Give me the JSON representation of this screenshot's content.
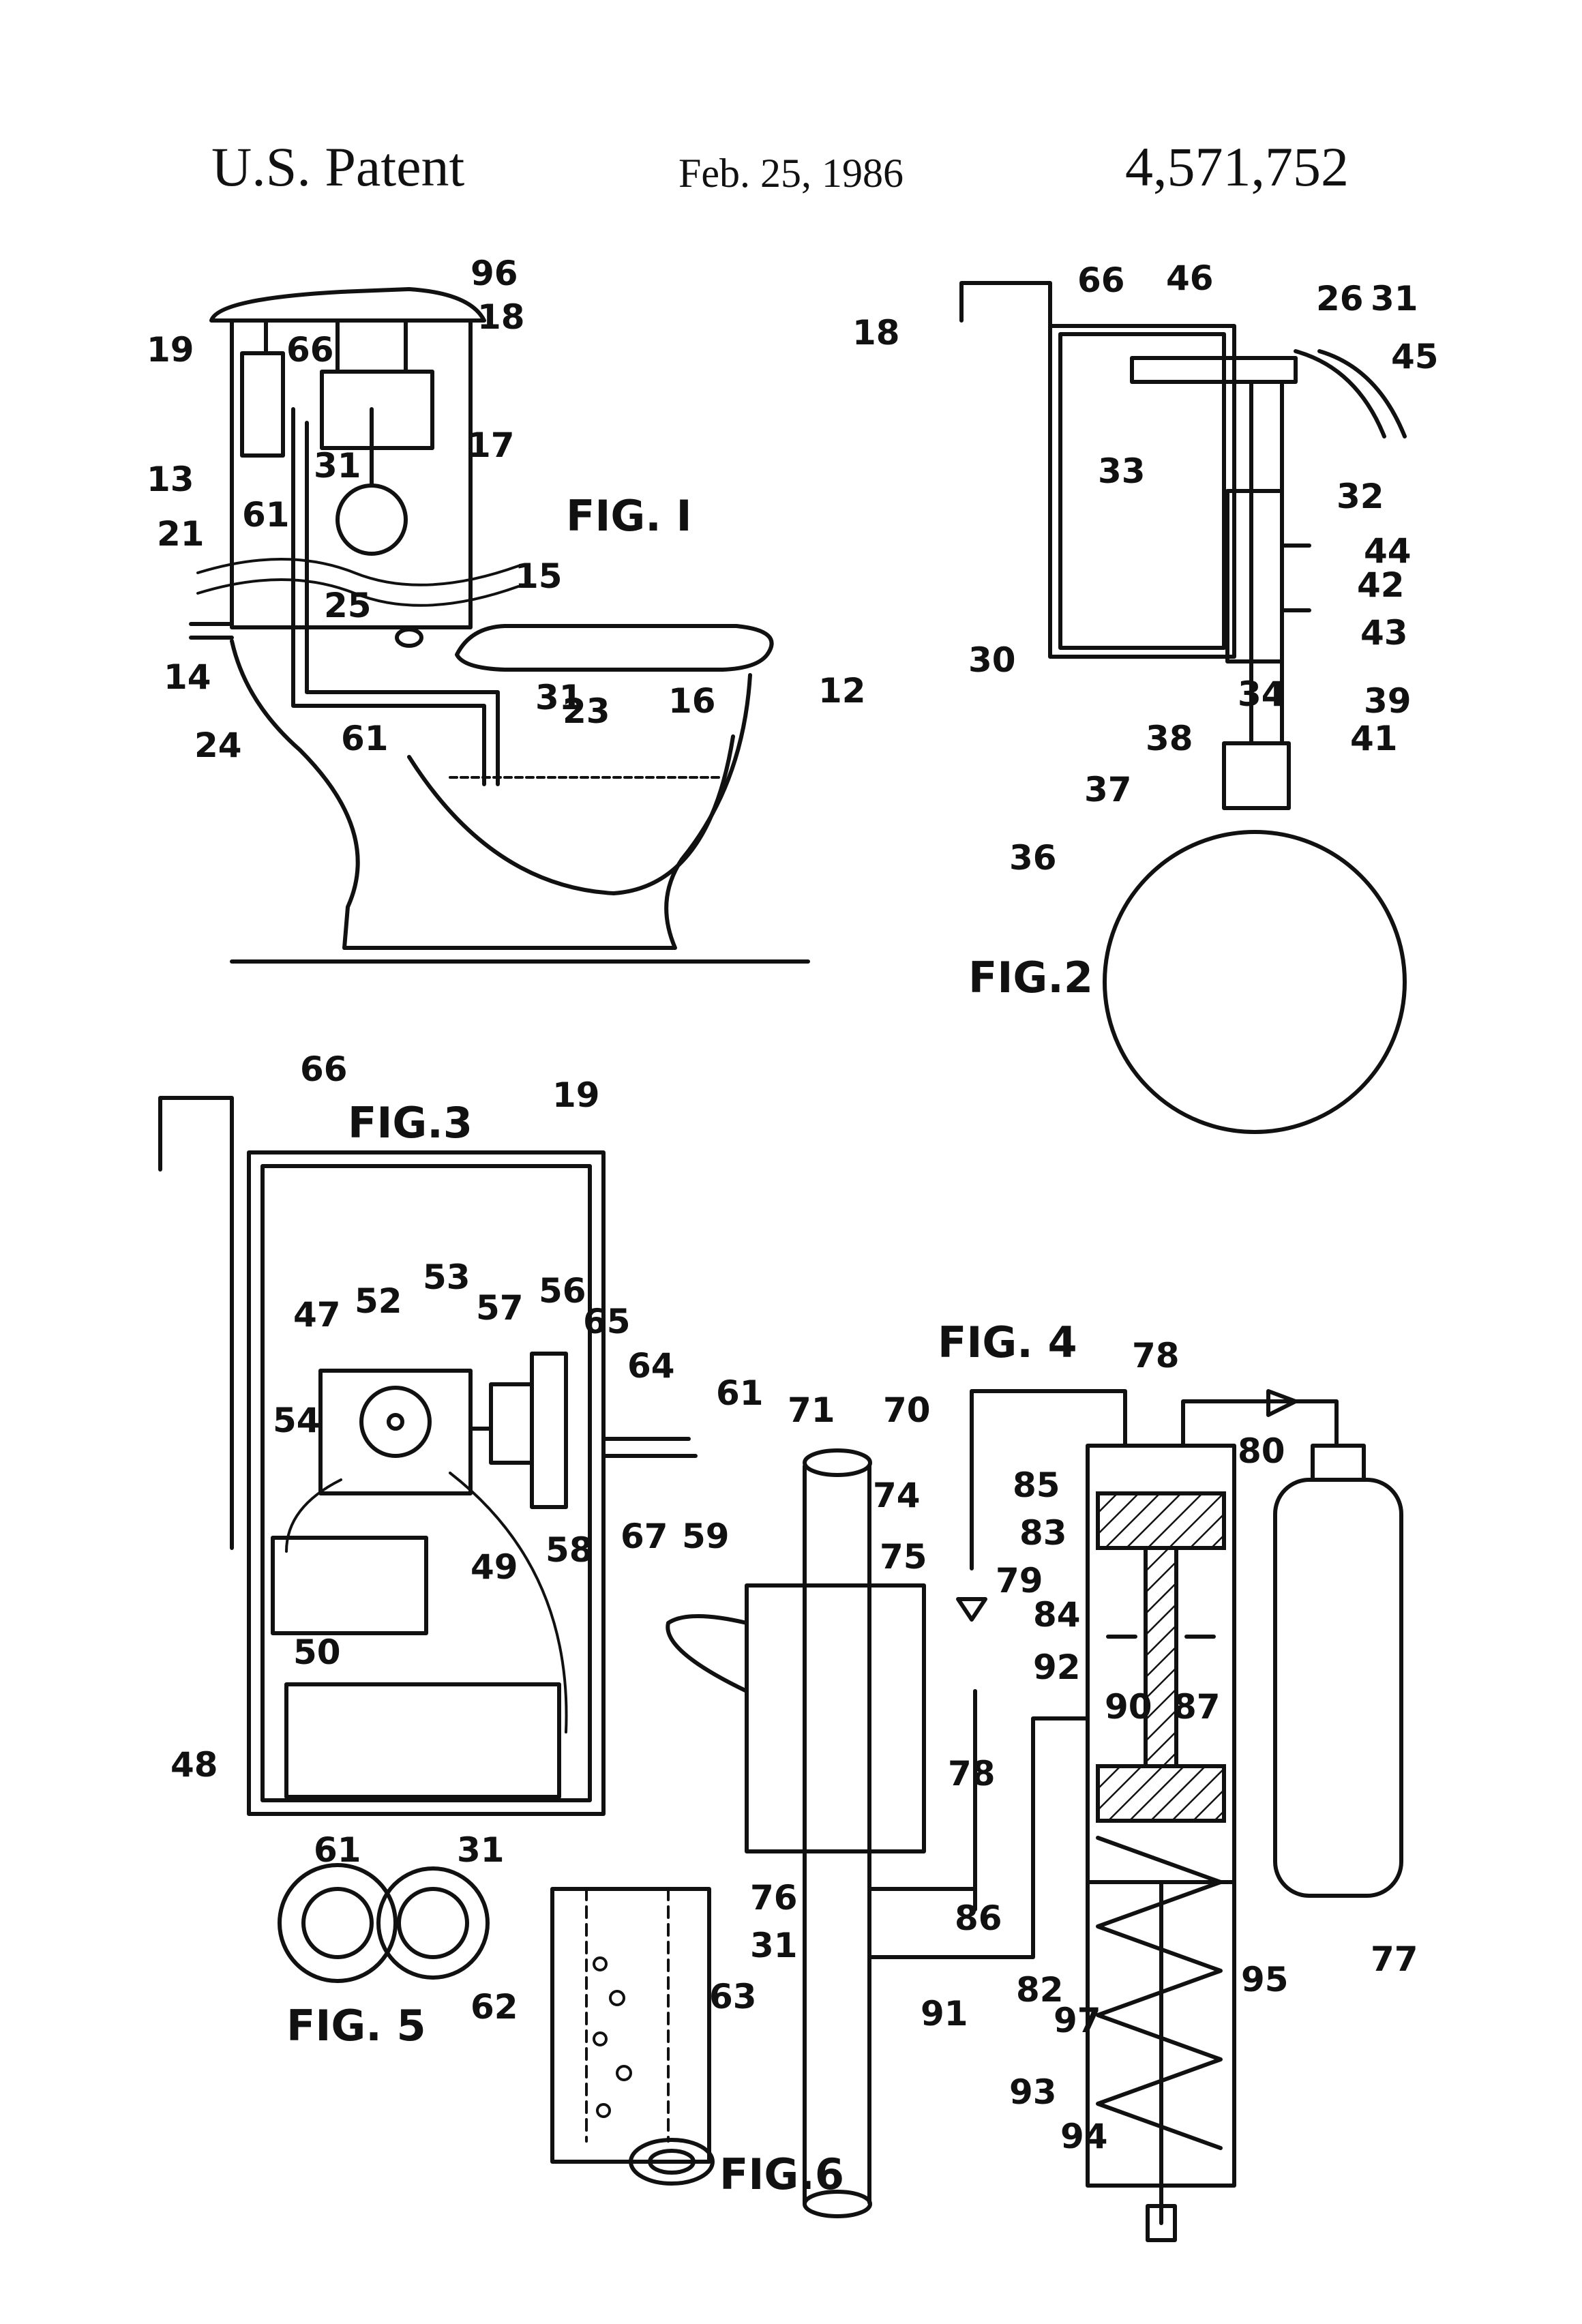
{
  "header": {
    "left": "U.S. Patent",
    "date": "Feb. 25, 1986",
    "number": "4,571,752"
  },
  "figures": {
    "fig1": "FIG. I",
    "fig2": "FIG.2",
    "fig3": "FIG.3",
    "fig4": "FIG. 4",
    "fig5": "FIG. 5",
    "fig6": "FIG.6"
  },
  "labels": {
    "fig1": [
      "96",
      "18",
      "19",
      "66",
      "17",
      "13",
      "31",
      "61",
      "21",
      "15",
      "25",
      "14",
      "31",
      "16",
      "12",
      "23",
      "24",
      "61"
    ],
    "fig2": [
      "66",
      "46",
      "26",
      "31",
      "45",
      "18",
      "33",
      "32",
      "44",
      "42",
      "43",
      "30",
      "34",
      "39",
      "38",
      "41",
      "37",
      "36"
    ],
    "fig3": [
      "66",
      "19",
      "47",
      "52",
      "53",
      "56",
      "57",
      "65",
      "54",
      "64",
      "61",
      "58",
      "67",
      "59",
      "49",
      "50",
      "48"
    ],
    "fig4": [
      "71",
      "70",
      "74",
      "75",
      "78",
      "80",
      "85",
      "83",
      "79",
      "84",
      "92",
      "90",
      "87",
      "78",
      "86",
      "76",
      "91",
      "97",
      "82",
      "95",
      "77",
      "93",
      "94"
    ],
    "fig5": [
      "61",
      "31"
    ],
    "fig6": [
      "62",
      "63",
      "31"
    ]
  }
}
